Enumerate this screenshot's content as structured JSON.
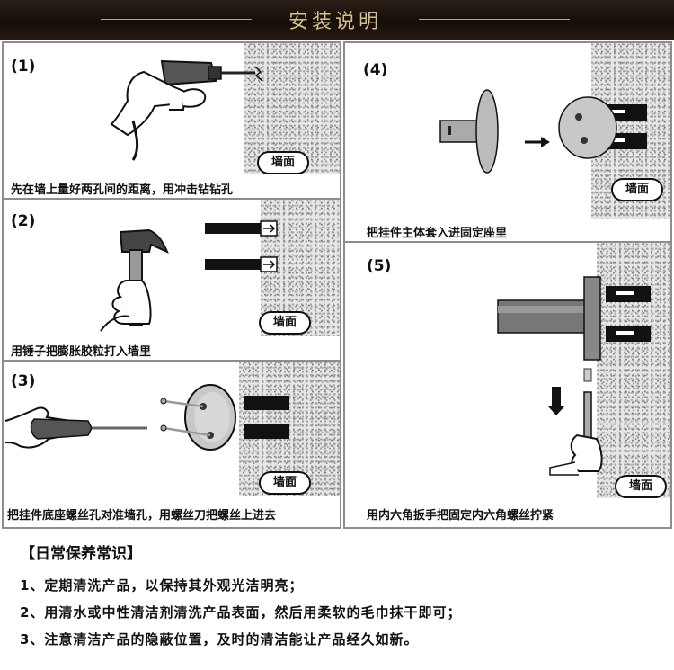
{
  "header": {
    "title": "安装说明"
  },
  "steps": [
    {
      "number": "(1)",
      "caption": "先在墙上量好两孔间的距离，用冲击钻钻孔",
      "wall_label": "墙面"
    },
    {
      "number": "(2)",
      "caption": "用锤子把膨胀胶粒打入墙里",
      "wall_label": "墙面"
    },
    {
      "number": "(3)",
      "caption": "把挂件底座螺丝孔对准墙孔，用螺丝刀把螺丝上进去",
      "wall_label": "墙面"
    },
    {
      "number": "(4)",
      "caption": "把挂件主体套入进固定座里",
      "wall_label": "墙面"
    },
    {
      "number": "(5)",
      "caption": "用内六角扳手把固定内六角螺丝拧紧",
      "wall_label": "墙面"
    }
  ],
  "care": {
    "title": "【日常保养常识】",
    "items": [
      "1、定期清洗产品，以保持其外观光洁明亮；",
      "2、用清水或中性清洁剂清洗产品表面，然后用柔软的毛巾抹干即可；",
      "3、注意清洁产品的隐蔽位置，及时的清洁能让产品经久如新。"
    ]
  },
  "colors": {
    "header_bg": "#1d150e",
    "header_text": "#d6bf8a",
    "border": "#8d8d8d"
  }
}
